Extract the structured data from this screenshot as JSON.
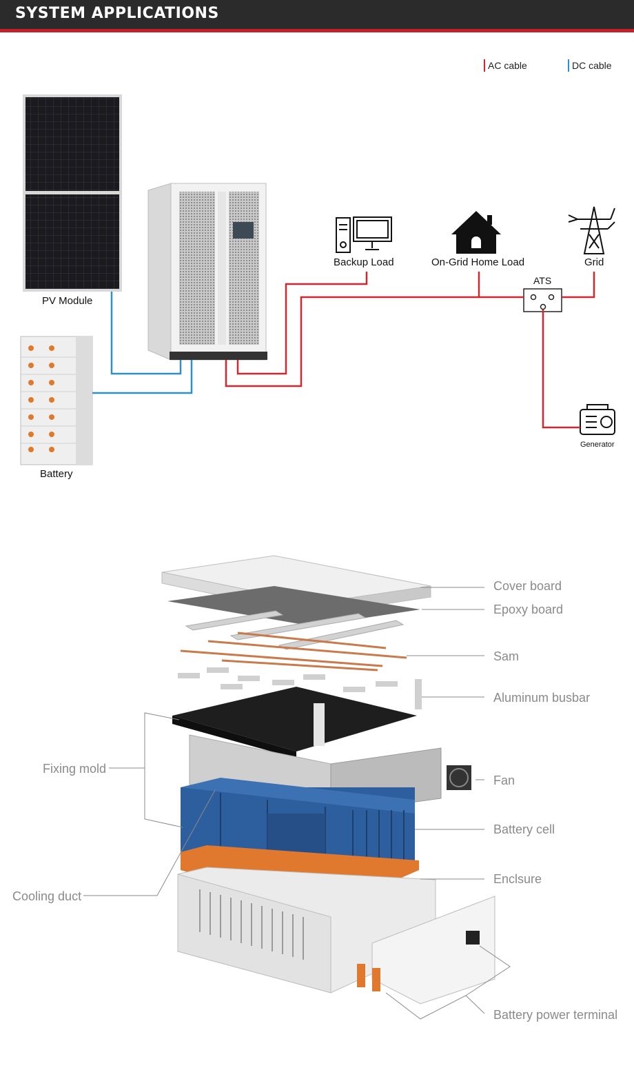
{
  "header": {
    "title": "SYSTEM APPLICATIONS"
  },
  "legend": {
    "ac_label": "AC cable",
    "dc_label": "DC cable",
    "ac_color": "#d0262e",
    "dc_color": "#2f8fc7"
  },
  "system": {
    "pv_module": "PV Module",
    "battery": "Battery",
    "backup_load": "Backup Load",
    "on_grid_home_load": "On-Grid Home Load",
    "grid": "Grid",
    "ats": "ATS",
    "generator": "Generator"
  },
  "exploded_view": {
    "cover_board": "Cover board",
    "epoxy_board": "Epoxy board",
    "sam": "Sam",
    "aluminum_busbar": "Aluminum busbar",
    "fixing_mold": "Fixing mold",
    "fan": "Fan",
    "battery_cell": "Battery cell",
    "cooling_duct": "Cooling duct",
    "enclosure": "Enclsure",
    "battery_power_terminal": "Battery power terminal"
  }
}
